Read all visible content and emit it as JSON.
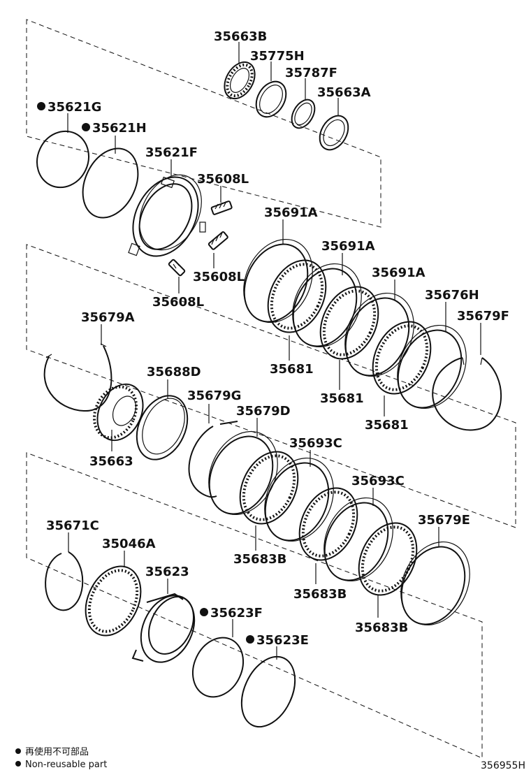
{
  "labels": {
    "l35663B": "35663B",
    "l35775H": "35775H",
    "l35787F": "35787F",
    "l35663A": "35663A",
    "l35621G": "35621G",
    "l35621H": "35621H",
    "l35621F": "35621F",
    "l35608L_1": "35608L",
    "l35608L_2": "35608L",
    "l35608L_3": "35608L",
    "l35691A_1": "35691A",
    "l35691A_2": "35691A",
    "l35691A_3": "35691A",
    "l35676H": "35676H",
    "l35679F": "35679F",
    "l35681_1": "35681",
    "l35681_2": "35681",
    "l35681_3": "35681",
    "l35679A": "35679A",
    "l35688D": "35688D",
    "l35679G": "35679G",
    "l35679D": "35679D",
    "l35663": "35663",
    "l35693C_1": "35693C",
    "l35693C_2": "35693C",
    "l35679E": "35679E",
    "l35683B_1": "35683B",
    "l35683B_2": "35683B",
    "l35683B_3": "35683B",
    "l35671C": "35671C",
    "l35046A": "35046A",
    "l35623": "35623",
    "l35623F": "35623F",
    "l35623E": "35623E"
  },
  "legend": {
    "japanese": "再使用不可部品",
    "english": "Non-reusable part"
  },
  "diagram_code": "356955H"
}
